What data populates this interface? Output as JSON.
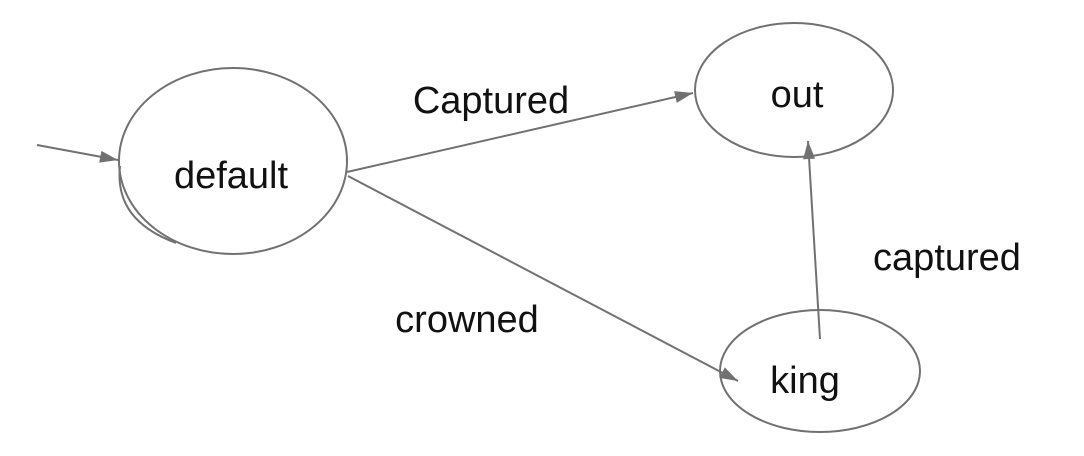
{
  "diagram": {
    "type": "finite-state-machine",
    "background": "#ffffff",
    "stroke_color": "#717171",
    "text_color": "#111111",
    "states": {
      "default": {
        "label": "default",
        "initial": true
      },
      "out": {
        "label": "out"
      },
      "king": {
        "label": "king"
      }
    },
    "transitions": {
      "default_to_out": {
        "from": "default",
        "to": "out",
        "label": "Captured"
      },
      "default_to_king": {
        "from": "default",
        "to": "king",
        "label": "crowned"
      },
      "king_to_out": {
        "from": "king",
        "to": "out",
        "label": "captured"
      }
    }
  }
}
